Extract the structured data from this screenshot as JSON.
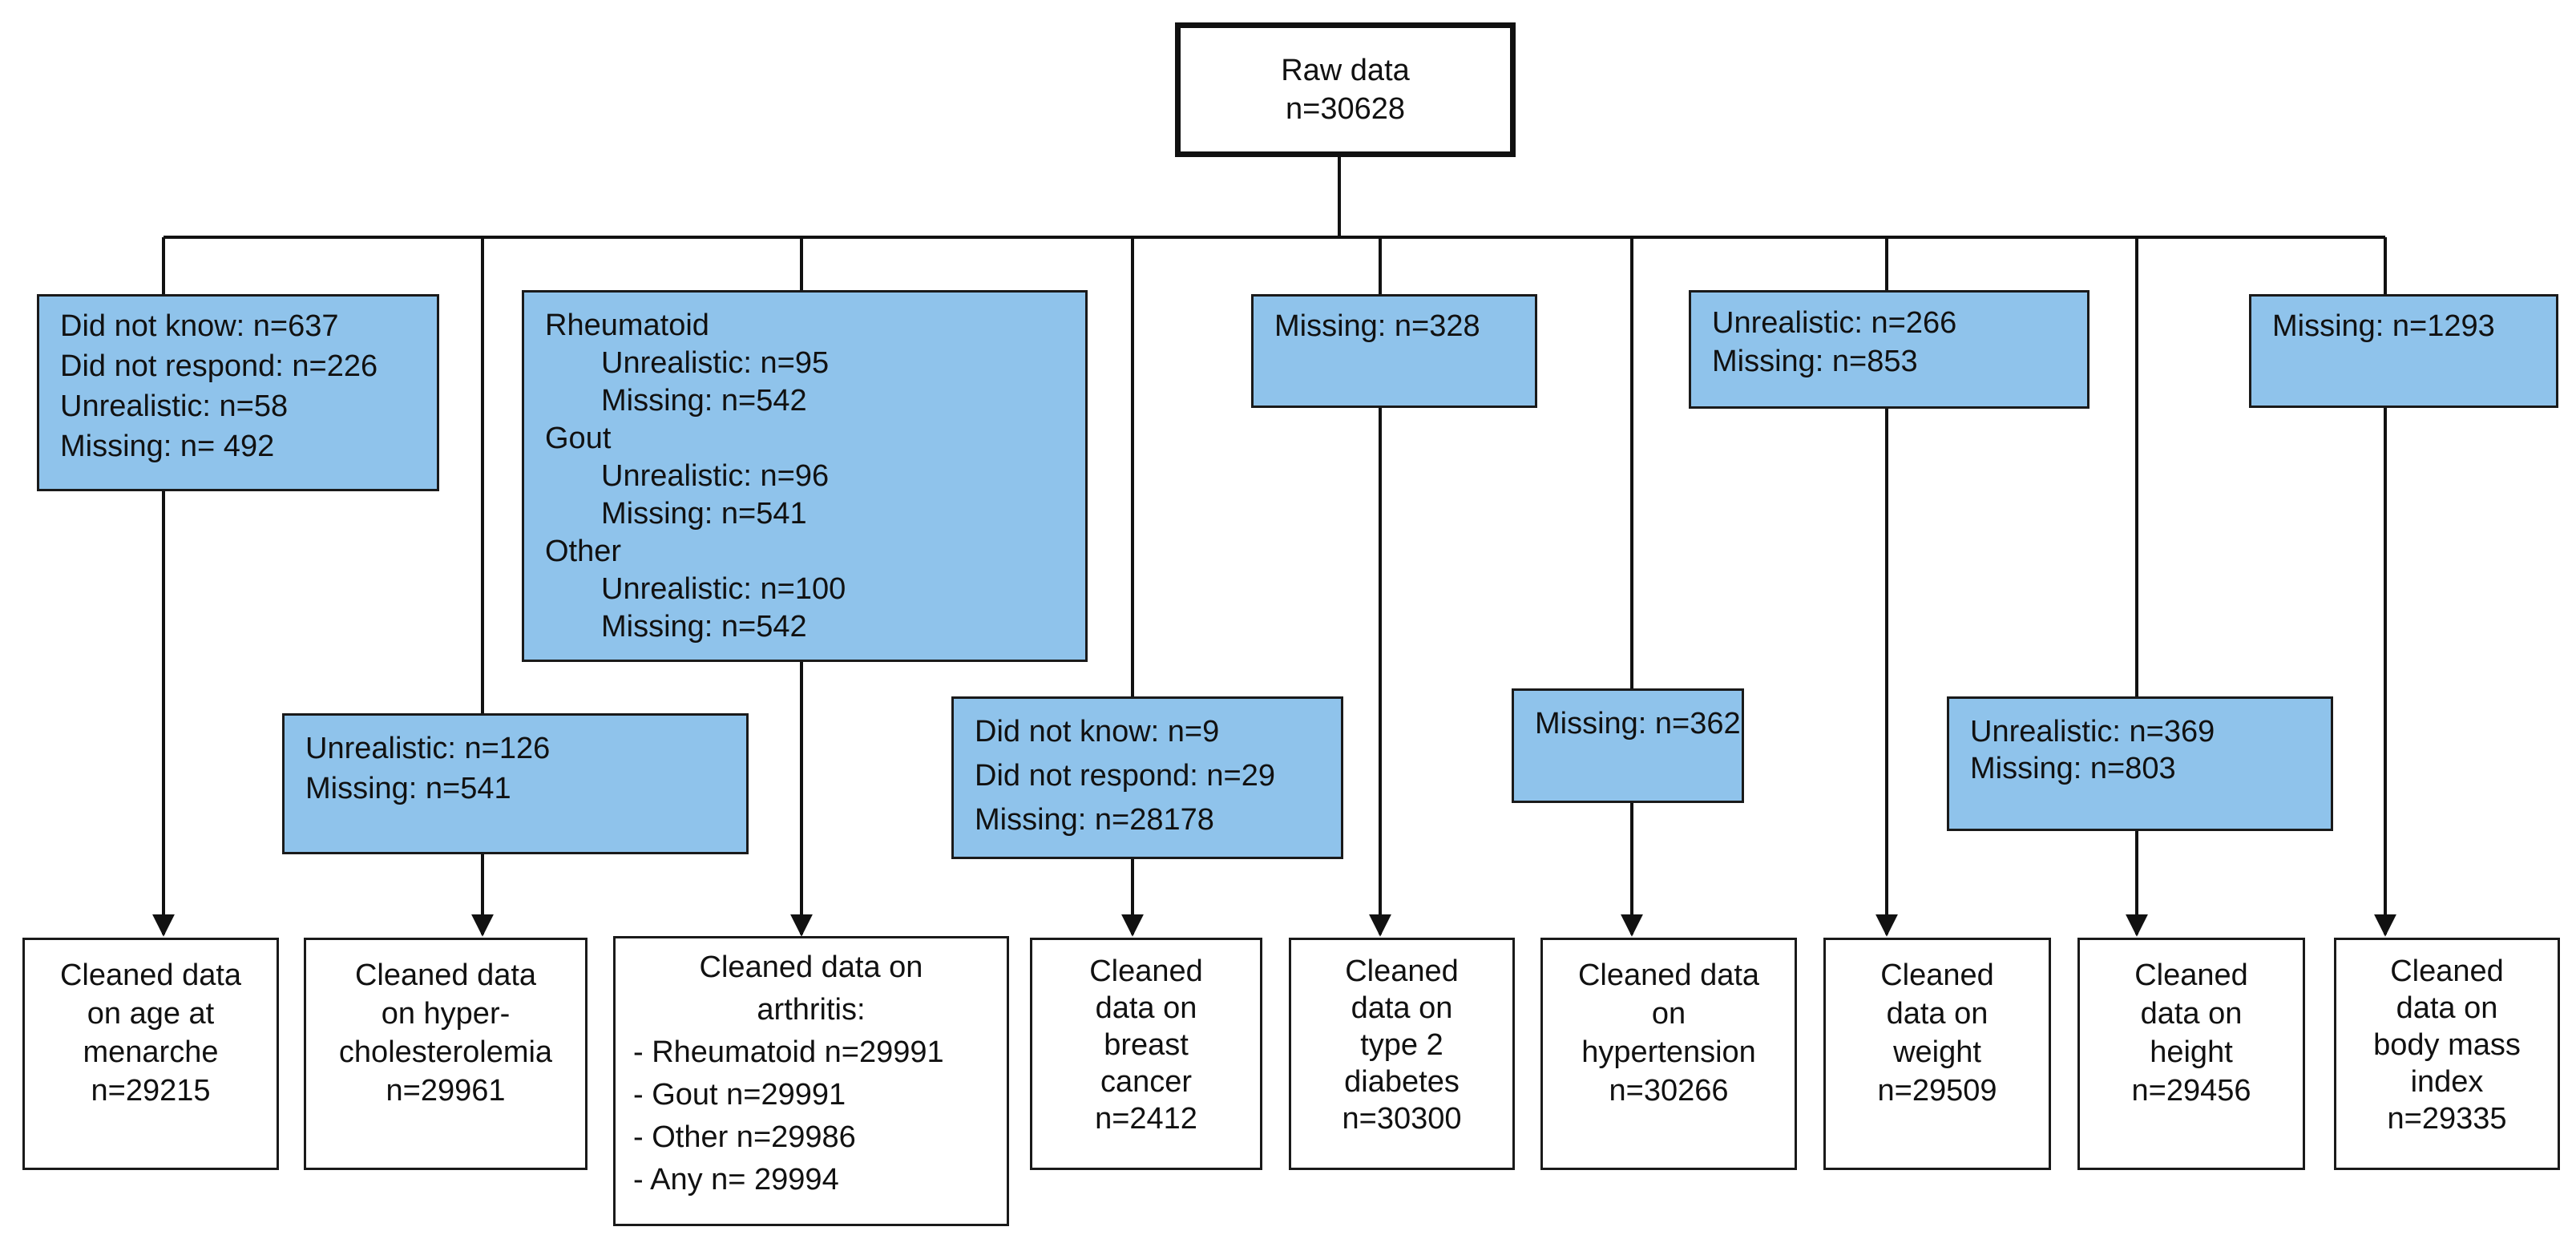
{
  "root": {
    "lines": [
      "Raw data",
      "n=30628"
    ]
  },
  "exclusions": [
    {
      "lines": [
        "Did not know: n=637",
        "Did not respond: n=226",
        "Unrealistic: n=58",
        "Missing: n= 492"
      ]
    },
    {
      "lines": [
        "Unrealistic: n=126",
        "Missing: n=541"
      ]
    },
    {
      "groups": [
        {
          "title": "Rheumatoid",
          "items": [
            "Unrealistic: n=95",
            "Missing: n=542"
          ]
        },
        {
          "title": "Gout",
          "items": [
            "Unrealistic: n=96",
            "Missing: n=541"
          ]
        },
        {
          "title": "Other",
          "items": [
            "Unrealistic: n=100",
            "Missing: n=542"
          ]
        }
      ]
    },
    {
      "lines": [
        "Did not know: n=9",
        "Did not respond: n=29",
        "Missing: n=28178"
      ]
    },
    {
      "lines": [
        "Missing: n=328"
      ]
    },
    {
      "lines": [
        "Missing: n=362"
      ]
    },
    {
      "lines": [
        "Unrealistic: n=266",
        "Missing: n=853"
      ]
    },
    {
      "lines": [
        "Unrealistic: n=369",
        "Missing: n=803"
      ]
    },
    {
      "lines": [
        "Missing: n=1293"
      ]
    }
  ],
  "cleaned": [
    {
      "lines": [
        "Cleaned data",
        "on age at",
        "menarche",
        "n=29215"
      ]
    },
    {
      "lines": [
        "Cleaned data",
        "on hyper-",
        "cholesterolemia",
        "n=29961"
      ]
    },
    {
      "lines": [
        "Cleaned data on",
        "arthritis:"
      ],
      "list": [
        "- Rheumatoid n=29991",
        "- Gout n=29991",
        "- Other n=29986",
        "- Any n= 29994"
      ]
    },
    {
      "lines": [
        "Cleaned",
        "data on",
        "breast",
        "cancer",
        "n=2412"
      ]
    },
    {
      "lines": [
        "Cleaned",
        "data on",
        "type 2",
        "diabetes",
        "n=30300"
      ]
    },
    {
      "lines": [
        "Cleaned data",
        "on",
        "hypertension",
        "n=30266"
      ]
    },
    {
      "lines": [
        "Cleaned",
        "data on",
        "weight",
        "n=29509"
      ]
    },
    {
      "lines": [
        "Cleaned",
        "data on",
        "height",
        "n=29456"
      ]
    },
    {
      "lines": [
        "Cleaned",
        "data on",
        "body mass",
        "index",
        "n=29335"
      ]
    }
  ]
}
